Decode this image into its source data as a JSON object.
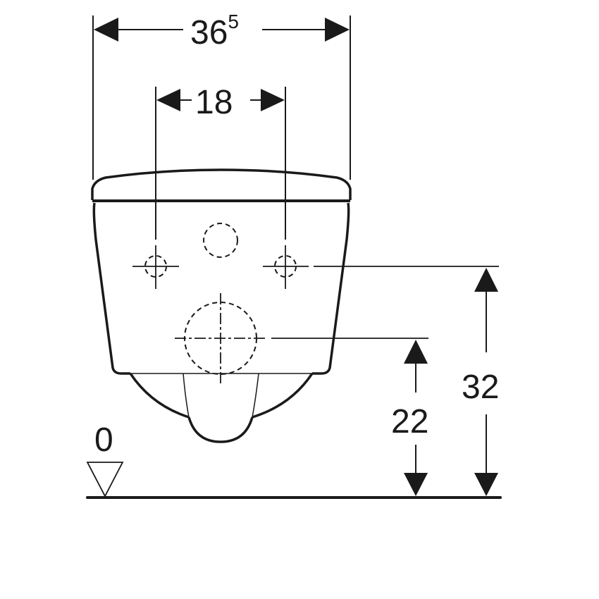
{
  "diagram": {
    "type": "technical-dimension-drawing",
    "subject": "wall-hung toilet front view",
    "colors": {
      "line": "#1a1a1a",
      "background": "#ffffff"
    },
    "dimensions": {
      "overall_width": {
        "main": "36",
        "superscript": "5"
      },
      "fixing_hole_spacing": {
        "label": "18"
      },
      "fixing_height": {
        "label": "32"
      },
      "outlet_height": {
        "label": "22"
      },
      "floor_reference": {
        "label": "0"
      }
    }
  }
}
